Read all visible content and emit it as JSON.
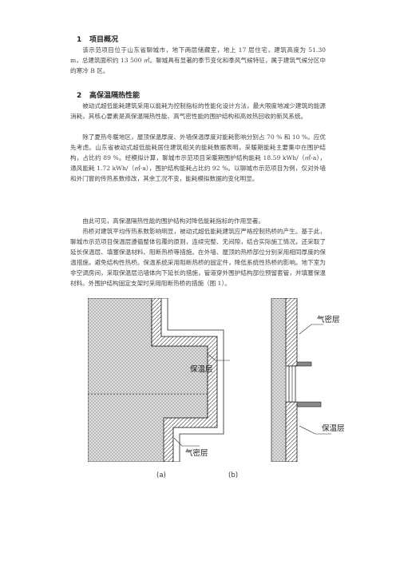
{
  "sections": [
    {
      "number": "1",
      "title": "项目概况",
      "paragraphs": [
        "该示范项目位于山东省聊城市，地下两层储藏室，地上 17 层住宅，建筑高度为 51.30 m，总建筑面积约 13 500 ㎡。聊城具有显著的季节变化和季风气候特征，属于建筑气候分区中的寒冷 B 区。"
      ]
    },
    {
      "number": "2",
      "title": "高保温隔热性能",
      "paragraphs": [
        "被动式超低能耗建筑采用以能耗为控制指标的性能化设计方法，最大限度地减少建筑的能源消耗，其核心要素是高保温隔热性能、高气密性能的围护结构和高效热回收的新风系统。",
        "除了夏热冬暖地区，屋顶保温厚度、外墙保温厚度对能耗影响分别占 70 % 和 10 %。应优先考虑。山东省被动式超低能耗居住建筑相关的能耗数据表明，采暖期能耗主要集中在围护结构，占比约 89 %。经模拟计算，聊城市示范项目采暖期围护结构能耗 18.59 kWh/（㎡·a），通风能耗 1.72 kWh/（㎡·a），围护结构能耗占比约 92 %。以聊城市示范项目为例，仅对外墙和外门窗的传热系数修改，其余工况不变，能耗模拟数据的变化明显。",
        "由此可见，高保温隔热性能的围护结构对降低能耗指标的作用显著。",
        "热桥对建筑平均传热系数影响明显，被动式超低能耗建筑应严格控制热桥的产生。基于此，聊城市示范项目保温层遵循整体包覆的原则，连续完整、无间隙，结合实际施工情况，还采取了延长保温层、填塞保温材料、阻断热桥等措施。在外墙、屋顶的热桥部位分别采用相同厚度的保温措施，避免结构性热桥。保温系统采用阻断热桥的固定件，降低系统性热桥的影响。地下室为非空调房间，采取保温层沿墙体向下延长的措施，管道穿外围护结构部位预留套管，并填塞保温材料。外围护结构固定支架时采用阻断热桥的措施（图 1）。"
      ]
    }
  ],
  "figure": {
    "a": {
      "labels": [
        "保温层",
        "气密层"
      ],
      "caption": "(a)"
    },
    "b": {
      "labels": [
        "气密层",
        "保温层"
      ],
      "caption": "(b)"
    }
  }
}
